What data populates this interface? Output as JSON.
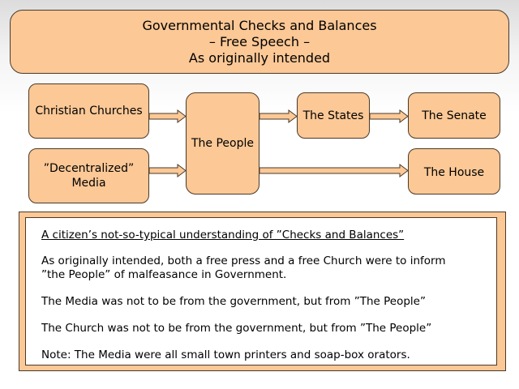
{
  "title": {
    "line1": "Governmental Checks and Balances",
    "line2": "– Free Speech –",
    "line3": "As originally intended"
  },
  "nodes": {
    "churches": "Christian Churches",
    "media": "”Decentralized” Media",
    "people": "The People",
    "states": "The States",
    "senate": "The Senate",
    "house": "The House"
  },
  "note": {
    "heading": "A citizen’s not-so-typical understanding of ”Checks and Balances”",
    "para1_line1": "As originally intended, both a free press and a free Church were to inform",
    "para1_line2": "”the People” of malfeasance in Government.",
    "para2": "The Media was not to be from the government, but from ”The People”",
    "para3": "The Church was not to be from the government, but from ”The People”",
    "para4": "Note: The Media were all small town printers and soap-box orators."
  },
  "colors": {
    "box_fill": "#fbc896",
    "box_border": "#4a3a2a",
    "arrow_fill": "#fbc896"
  }
}
